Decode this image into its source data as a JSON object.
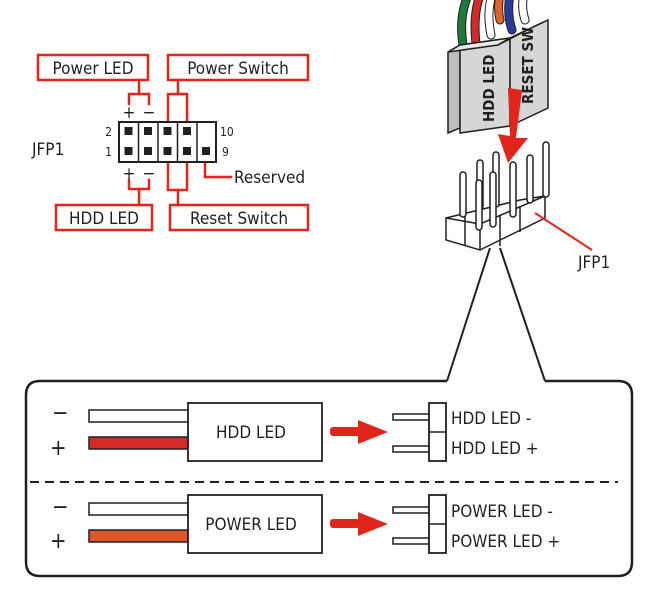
{
  "pinout": {
    "header_name": "JFP1",
    "labels": {
      "power_led": "Power LED",
      "power_switch": "Power Switch",
      "hdd_led": "HDD LED",
      "reset_switch": "Reset Switch",
      "reserved": "Reserved"
    },
    "pin_numbers": {
      "top_left": "2",
      "bottom_left": "1",
      "top_right": "10",
      "bottom_right": "9"
    },
    "polarity": {
      "plus": "+",
      "minus": "−"
    }
  },
  "connector_illustration": {
    "plug_labels": [
      "HDD LED",
      "RESET SW"
    ],
    "header_label": "JFP1"
  },
  "detail_panel": {
    "rows": [
      {
        "minus": "−",
        "plus": "+",
        "connector": "HDD LED",
        "pin_minus": "HDD LED -",
        "pin_plus": "HDD LED +",
        "plus_wire_color": "#d42a2a"
      },
      {
        "minus": "−",
        "plus": "+",
        "connector": "POWER LED",
        "pin_minus": "POWER LED -",
        "pin_plus": "POWER LED +",
        "plus_wire_color": "#e0562a"
      }
    ]
  },
  "colors": {
    "accent_red": "#e1251b",
    "outline": "#231f20",
    "plug_gray": "#d6d6d6"
  }
}
